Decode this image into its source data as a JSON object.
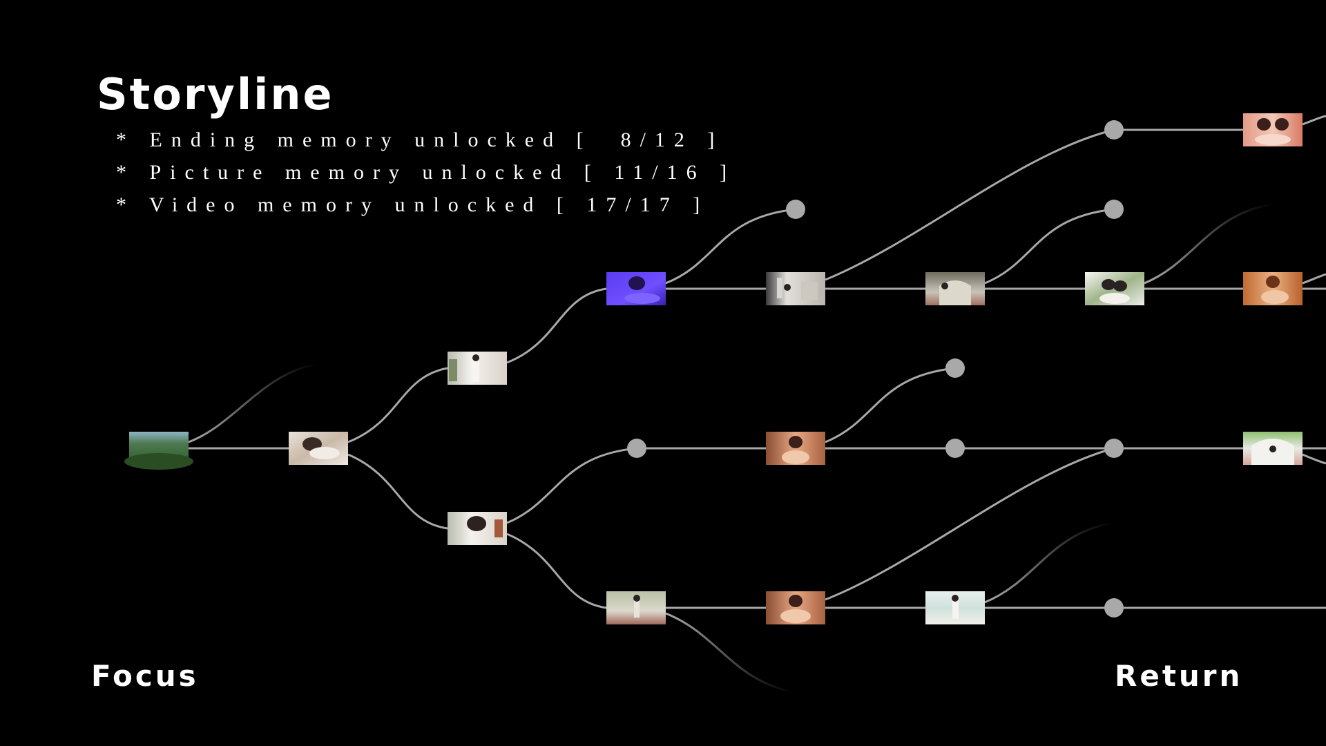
{
  "header": {
    "title": "Storyline",
    "stats": [
      "* Ending memory unlocked [  8/12 ]",
      "* Picture memory unlocked [ 11/16 ]",
      "* Video memory unlocked [ 17/17 ]"
    ]
  },
  "footer": {
    "focus_label": "Focus",
    "return_label": "Return"
  },
  "colors": {
    "background": "#000000",
    "line": "#a8a8a8",
    "node_dot": "#a9a9a9",
    "text": "#ffffff"
  },
  "tree": {
    "unlocked_nodes": 18,
    "locked_nodes": 9
  }
}
